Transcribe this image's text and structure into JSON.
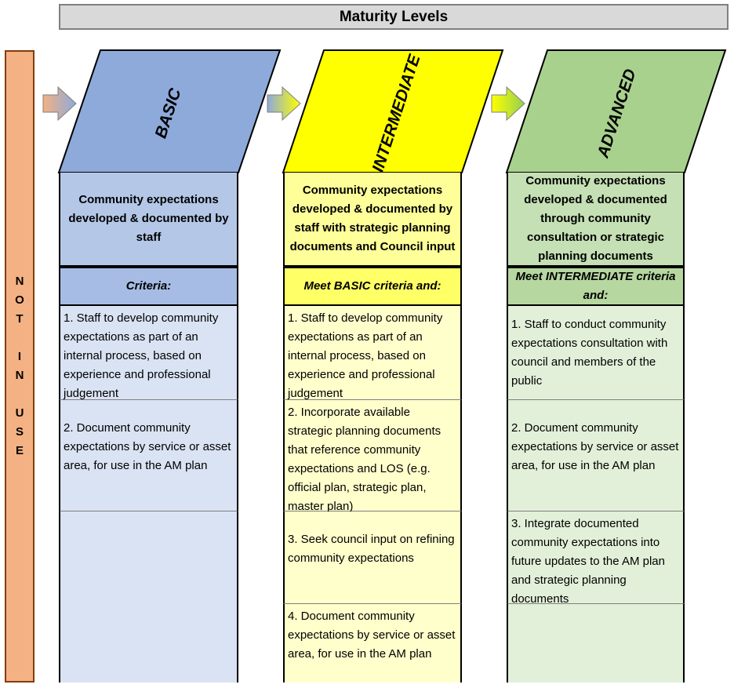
{
  "title": "Maturity Levels",
  "not_in_use": [
    "N",
    "O",
    "T",
    "",
    "I",
    "N",
    "",
    "U",
    "S",
    "E"
  ],
  "colors": {
    "basic": "#8eaadb",
    "intermediate": "#ffff00",
    "advanced": "#a9d18e",
    "not_in_use": "#f4b183"
  },
  "levels": [
    {
      "label": "BASIC",
      "description": "Community expectations developed & documented by staff",
      "criteria": "Criteria:",
      "items": [
        "1. Staff to develop community expectations as part of an internal process, based on experience and professional judgement",
        "2.  Document community expectations by service or asset area, for use in the AM plan"
      ]
    },
    {
      "label": "INTERMEDIATE",
      "description": "Community expectations developed & documented by staff with strategic planning documents and Council input",
      "criteria": "Meet BASIC criteria and:",
      "items": [
        "1. Staff to develop community expectations as part of an internal process, based on experience and professional judgement",
        "2.  Incorporate available strategic planning documents that reference community expectations and LOS (e.g. official plan, strategic plan, master plan)",
        "3.  Seek council input on refining community expectations",
        "4.  Document community expectations by service or asset area, for use in the AM plan"
      ]
    },
    {
      "label": "ADVANCED",
      "description": "Community expectations developed & documented through community consultation or  strategic planning documents",
      "criteria": "Meet INTERMEDIATE criteria and:",
      "items": [
        "1. Staff to conduct community expectations consultation with council and members of the public",
        "2.  Document community expectations by service or asset area, for use in the AM plan",
        "3.  Integrate documented community expectations into future updates to the AM plan and strategic planning documents"
      ]
    }
  ]
}
